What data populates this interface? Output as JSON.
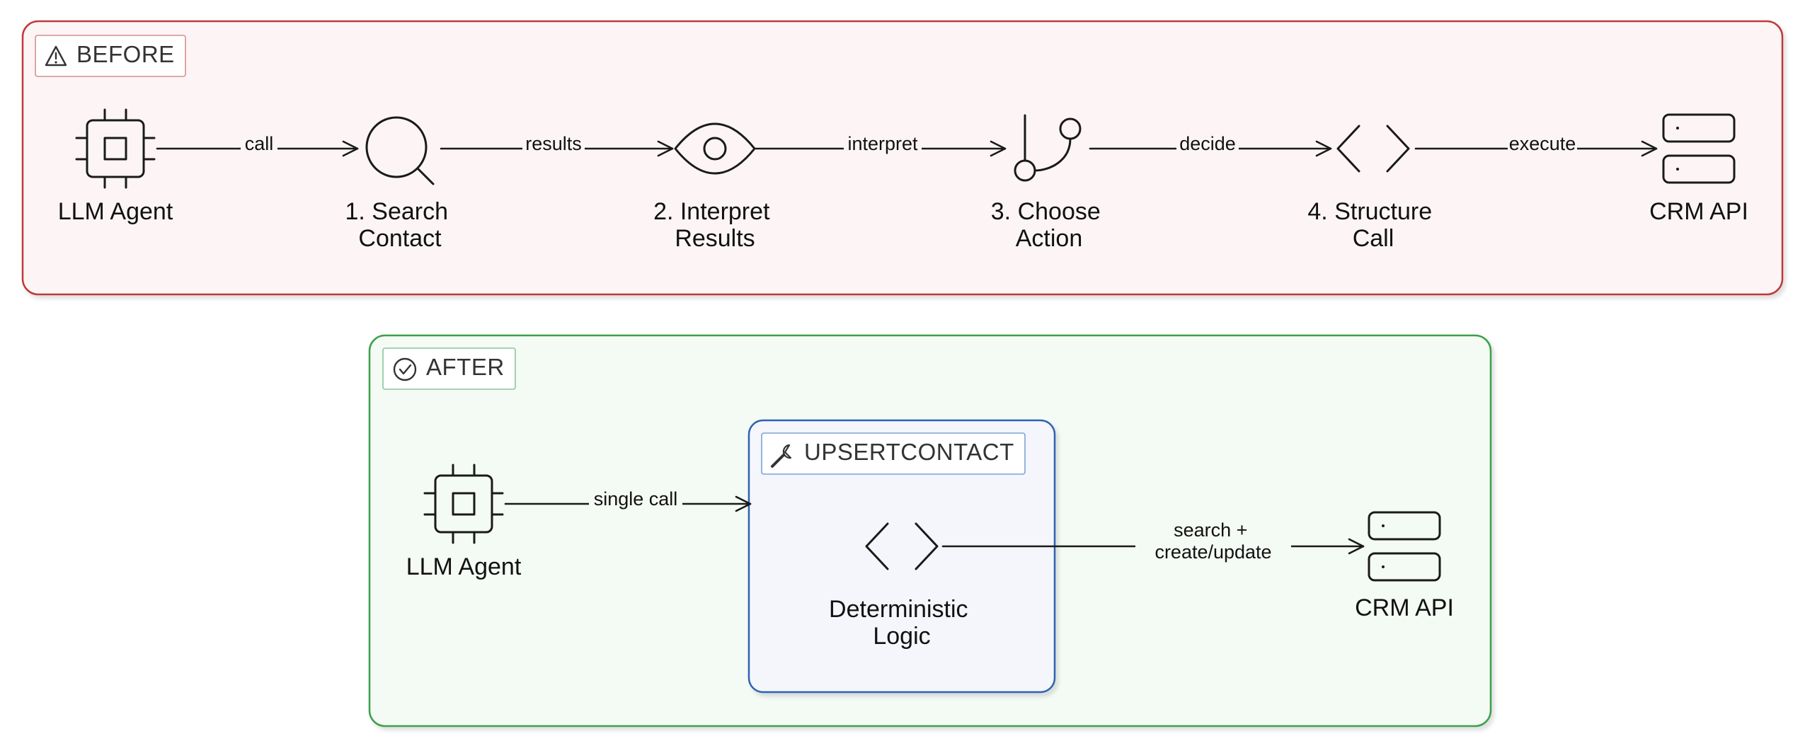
{
  "before": {
    "tag": "BEFORE",
    "colors": {
      "border": "#c0393b",
      "fill": "#fdf5f5"
    },
    "nodes": {
      "agent": [
        "LLM Agent"
      ],
      "search": [
        "1. Search",
        "Contact"
      ],
      "interpret": [
        "2. Interpret",
        "Results"
      ],
      "choose": [
        "3. Choose",
        "Action"
      ],
      "structure": [
        "4. Structure",
        "Call"
      ],
      "crm": [
        "CRM API"
      ]
    },
    "edges": [
      "call",
      "results",
      "interpret",
      "decide",
      "execute"
    ]
  },
  "after": {
    "tag": "AFTER",
    "colors": {
      "border": "#3aa04a",
      "fill": "#f4faf4"
    },
    "agent": [
      "LLM Agent"
    ],
    "edge_single": "single call",
    "tool": {
      "tag": "UPSERTCONTACT",
      "colors": {
        "border": "#2f62b3",
        "fill": "#f4f6fb"
      },
      "logic": [
        "Deterministic",
        "Logic"
      ]
    },
    "edge_search": [
      "search +",
      "create/update"
    ],
    "crm": [
      "CRM API"
    ]
  }
}
